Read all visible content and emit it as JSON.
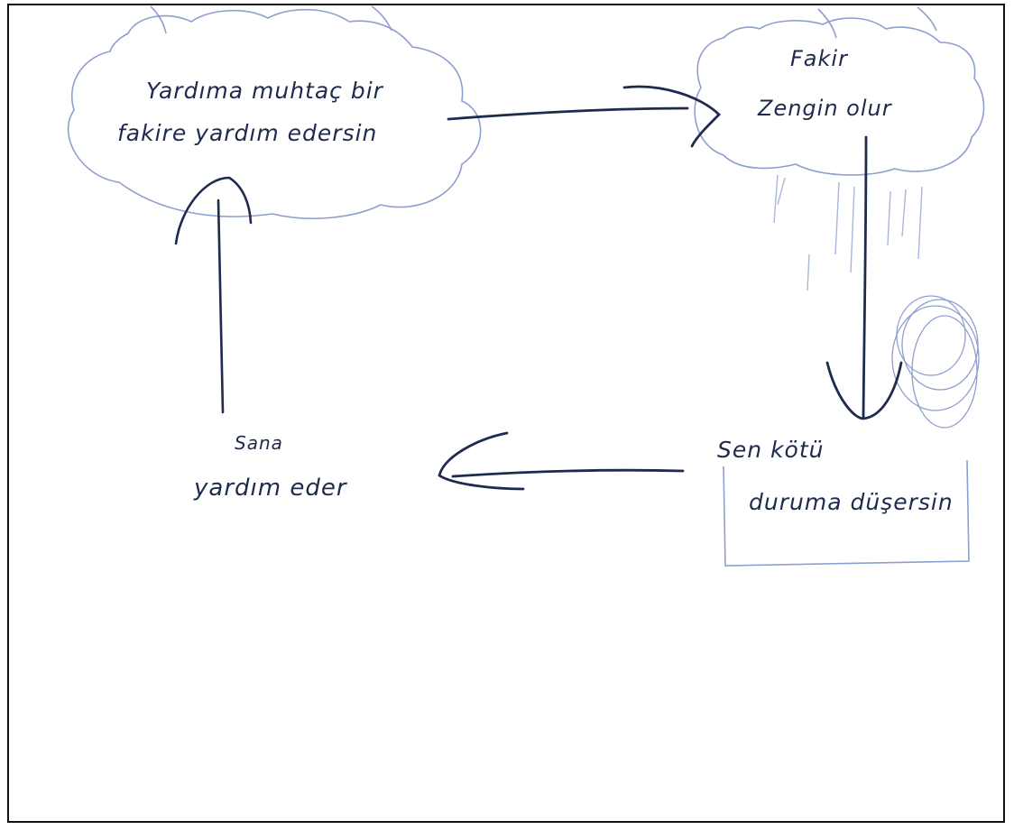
{
  "colors": {
    "ink": "#1e2a4e",
    "pencil": "#8e9fcf",
    "frame": "#111111",
    "paper": "#ffffff"
  },
  "nodes": {
    "help_cloud": {
      "line1": "Yardıma muhtaç bir",
      "line2": "fakire yardım edersin"
    },
    "rich_cloud": {
      "line1": "Fakir",
      "line2": "Zengin olur"
    },
    "bad_situation_box": {
      "line1": "Sen kötü",
      "line2": "duruma düşersin"
    },
    "helps_you": {
      "line1": "Sana",
      "line2": "yardım eder"
    }
  },
  "edges": [
    {
      "from": "help_cloud",
      "to": "rich_cloud"
    },
    {
      "from": "rich_cloud",
      "to": "bad_situation_box"
    },
    {
      "from": "bad_situation_box",
      "to": "helps_you"
    },
    {
      "from": "helps_you",
      "to": "help_cloud"
    }
  ]
}
